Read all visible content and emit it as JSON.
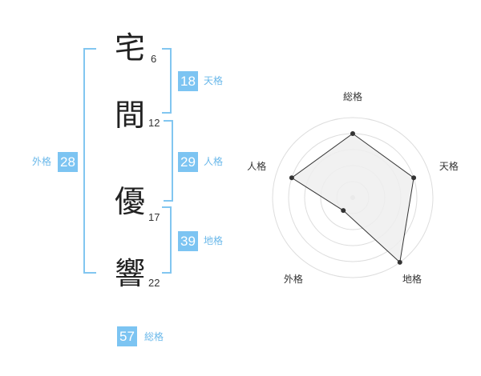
{
  "name_chars": [
    {
      "char": "宅",
      "strokes": "6"
    },
    {
      "char": "間",
      "strokes": "12"
    },
    {
      "char": "優",
      "strokes": "17"
    },
    {
      "char": "響",
      "strokes": "22"
    }
  ],
  "kaku": {
    "tenkaku": {
      "value": "18",
      "label": "天格"
    },
    "jinkaku": {
      "value": "29",
      "label": "人格"
    },
    "chikaku": {
      "value": "39",
      "label": "地格"
    },
    "gaikaku": {
      "value": "28",
      "label": "外格"
    },
    "soukaku": {
      "value": "57",
      "label": "総格"
    }
  },
  "colors": {
    "accent": "#7cc4f2",
    "label": "#6ab8ea",
    "radar_fill": "#eeeeee",
    "radar_line": "#333333"
  },
  "chart_data": {
    "type": "radar",
    "axes": [
      "総格",
      "天格",
      "地格",
      "外格",
      "人格"
    ],
    "values": [
      4,
      4,
      5,
      1,
      4
    ],
    "range": [
      0,
      5
    ],
    "rings": 5,
    "grid": true
  }
}
